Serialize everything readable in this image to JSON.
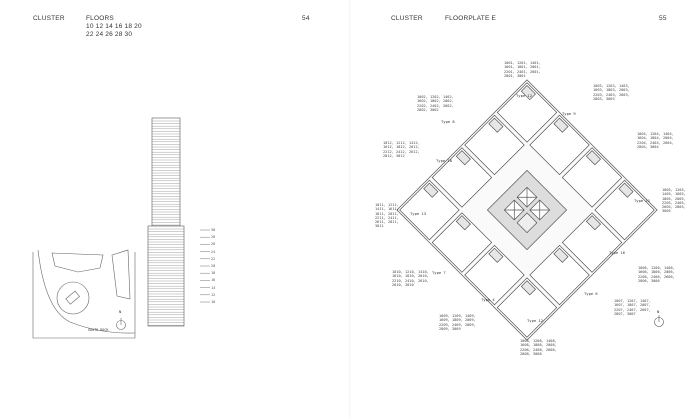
{
  "left_page": {
    "section": "CLUSTER",
    "heading": "FLOORS",
    "floors_line1": "10 12 14 16 18 20",
    "floors_line2": "22 24 26 28 30",
    "page_number": "54",
    "elevation_floor_labels": [
      "30",
      "28",
      "26",
      "24",
      "22",
      "20",
      "18",
      "16",
      "14",
      "12",
      "10"
    ],
    "site_label": "SOUTH DOCK",
    "north_label": "N"
  },
  "right_page": {
    "section": "CLUSTER",
    "heading": "FLOORPLATE E",
    "page_number": "55",
    "north_label": "N",
    "unit_labels": [
      "1001, 1201, 1401,\n1601, 1801, 2001,\n2201, 2401, 2601,\n2801, 3001",
      "1002, 1202, 1402,\n1602, 1802, 2002,\n2202, 2402, 2602,\n2802, 3002",
      "1003, 1203, 1403,\n1603, 1803, 2003,\n2203, 2403, 2603,\n2803, 3003",
      "1004, 1204, 1404,\n1604, 1804, 2004,\n2204, 2404, 2604,\n2804, 3004",
      "1005, 1205,\n1405, 1605,\n1805, 2005,\n2205, 2405,\n2605, 2805,\n3005",
      "1006, 1206, 1406,\n1606, 1806, 2006,\n2206, 2406, 2606,\n2806, 3006",
      "1007, 1207, 1407,\n1607, 1807, 2007,\n2207, 2407, 2607,\n2807, 3007",
      "1008, 1208, 1408,\n1608, 1808, 2008,\n2208, 2408, 2608,\n2808, 3008",
      "1009, 1209, 1409,\n1609, 1809, 2009,\n2209, 2409, 2609,\n2809, 3009",
      "1010, 1210, 1410,\n1610, 1810, 2010,\n2210, 2410, 2610,\n2810, 3010",
      "1011, 1211,\n1411, 1611,\n1811, 2011,\n2211, 2411,\n2611, 2811,\n3011",
      "1012, 1212, 1412,\n1612, 1812, 2012,\n2212, 2412, 2612,\n2812, 3012"
    ],
    "type_labels": [
      "Type 12",
      "Type 8",
      "Type 9",
      "Type 10",
      "Type 13",
      "Type 11",
      "Type 16",
      "Type 7",
      "Type 4",
      "Type 12",
      "Type 6"
    ]
  }
}
